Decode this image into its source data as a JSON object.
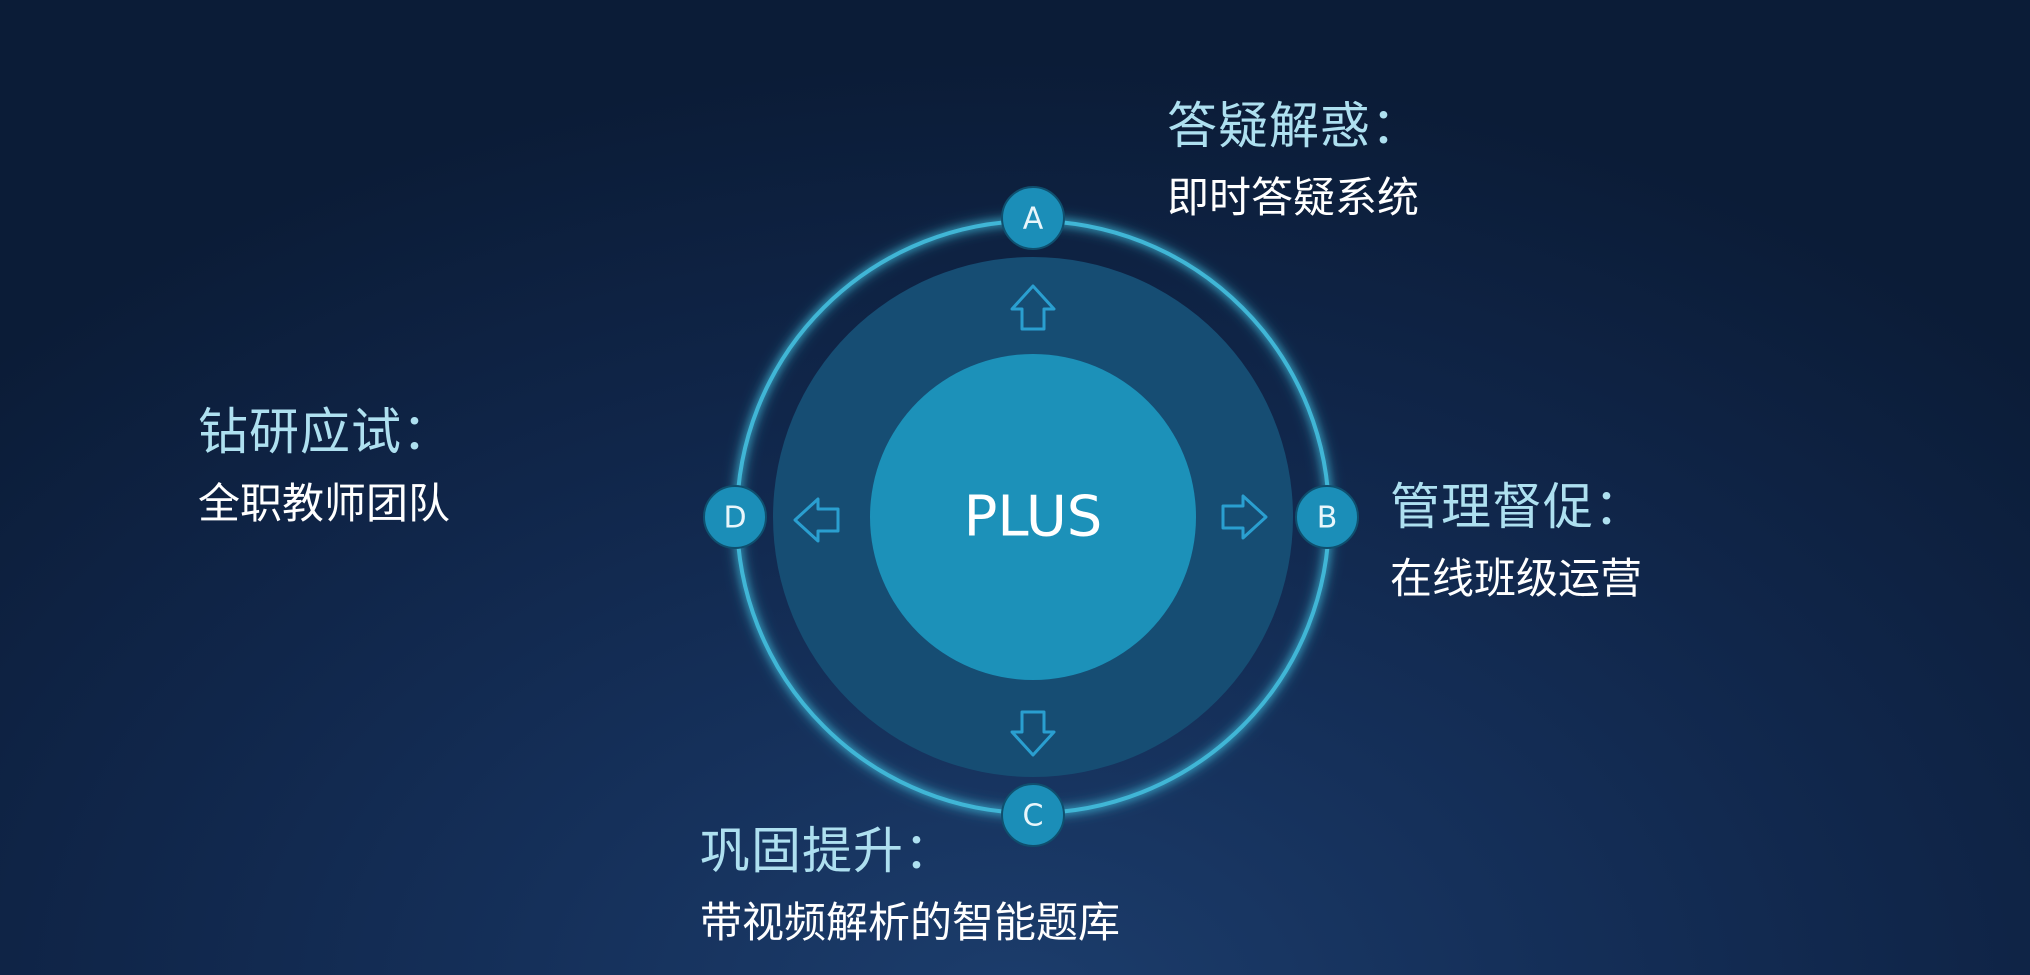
{
  "center": {
    "label": "PLUS"
  },
  "nodes": [
    {
      "letter": "A",
      "title": "答疑解惑：",
      "subtitle": "即时答疑系统"
    },
    {
      "letter": "B",
      "title": "管理督促：",
      "subtitle": "在线班级运营"
    },
    {
      "letter": "C",
      "title": "巩固提升：",
      "subtitle": "带视频解析的智能题库"
    },
    {
      "letter": "D",
      "title": "钻研应试：",
      "subtitle": "全职教师团队"
    }
  ],
  "colors": {
    "ring": "#3fb6d6",
    "node_fill": "#1b8eb8",
    "inner_disc": "#1c91b9",
    "middle_disc": "#164d73",
    "arrow": "#2a9fd0",
    "title_text": "#aee0f0",
    "subtitle_text": "#ffffff"
  }
}
